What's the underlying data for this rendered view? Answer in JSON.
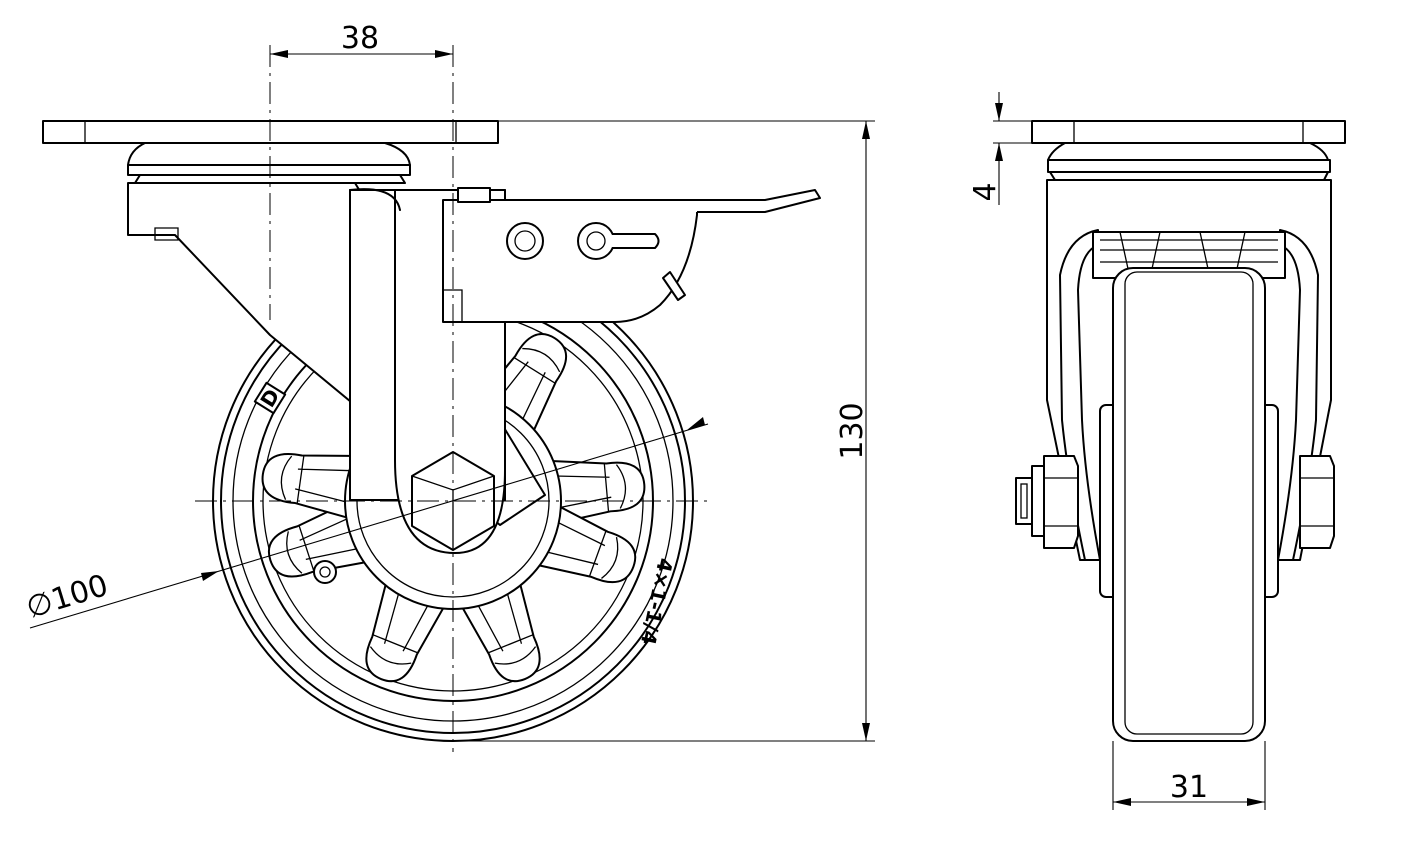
{
  "dimensions": {
    "offset_width": "38",
    "total_height": "130",
    "wheel_diameter": "∅100",
    "plate_thickness": "4",
    "wheel_width": "31"
  },
  "wheel_marks": {
    "size_code": "4×1-1/4",
    "brand_logo": "D"
  }
}
